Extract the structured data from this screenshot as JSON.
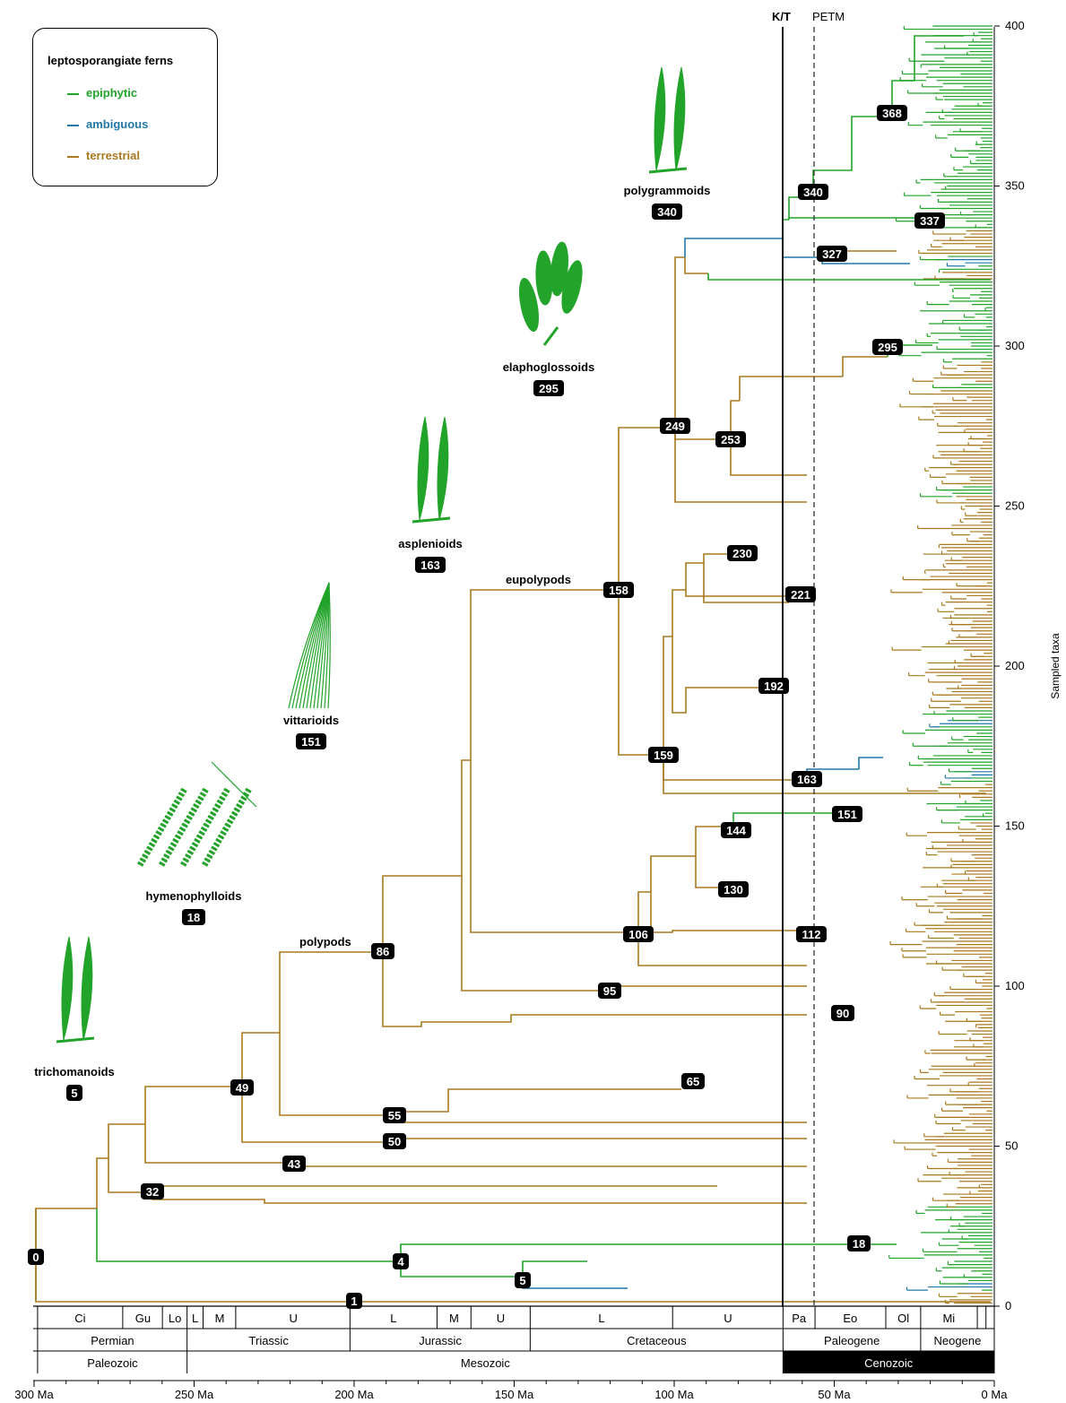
{
  "legend": {
    "title": "leptosporangiate ferns",
    "items": [
      {
        "label": "epiphytic",
        "color": "#22a32a"
      },
      {
        "label": "ambiguous",
        "color": "#1f77a8"
      },
      {
        "label": "terrestrial",
        "color": "#a8791e"
      }
    ]
  },
  "markers": {
    "kt": "K/T",
    "petm": "PETM"
  },
  "axes": {
    "y_label": "Sampled taxa",
    "y_ticks": [
      "0",
      "50",
      "100",
      "150",
      "200",
      "250",
      "300",
      "350",
      "400"
    ],
    "x_ticks": [
      "300 Ma",
      "250 Ma",
      "200 Ma",
      "150 Ma",
      "100 Ma",
      "50 Ma",
      "0 Ma"
    ]
  },
  "timescale": {
    "epochs": [
      "Ci",
      "Gu",
      "Lo",
      "L",
      "M",
      "U",
      "L",
      "M",
      "U",
      "L",
      "U",
      "Pa",
      "Eo",
      "Ol",
      "Mi"
    ],
    "periods": [
      "Permian",
      "Triassic",
      "Jurassic",
      "Cretaceous",
      "Paleogene",
      "Neogene"
    ],
    "eras": [
      "Paleozoic",
      "Mesozoic",
      "Cenozoic"
    ]
  },
  "clade_labels": [
    {
      "name": "trichomanoids",
      "node": "5"
    },
    {
      "name": "hymenophylloids",
      "node": "18"
    },
    {
      "name": "vittarioids",
      "node": "151"
    },
    {
      "name": "asplenioids",
      "node": "163"
    },
    {
      "name": "elaphoglossoids",
      "node": "295"
    },
    {
      "name": "polygrammoids",
      "node": "340"
    }
  ],
  "branch_labels": {
    "polypods": "polypods",
    "eupolypods": "eupolypods"
  },
  "node_labels": [
    "0",
    "1",
    "4",
    "5",
    "18",
    "32",
    "43",
    "49",
    "50",
    "55",
    "65",
    "86",
    "90",
    "95",
    "106",
    "112",
    "130",
    "144",
    "151",
    "158",
    "159",
    "163",
    "192",
    "221",
    "230",
    "249",
    "253",
    "295",
    "327",
    "337",
    "340",
    "368"
  ],
  "colors": {
    "epiphytic": "#22a32a",
    "ambiguous": "#1f77a8",
    "terrestrial": "#a8791e"
  }
}
